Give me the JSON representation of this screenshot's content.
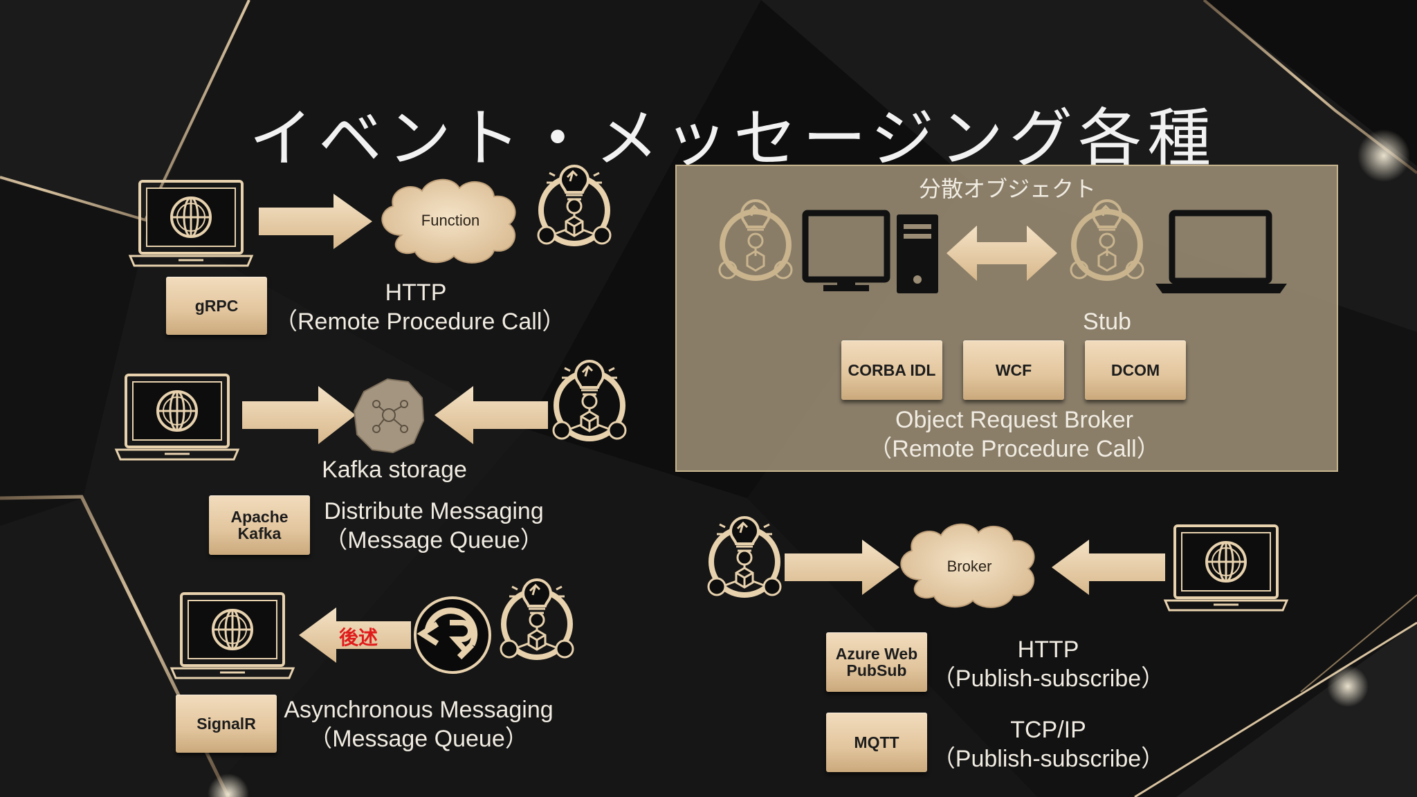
{
  "title": "イベント・メッセージング各種",
  "grpc_section": {
    "cloud_label": "Function",
    "button": "gRPC",
    "caption_line1": "HTTP",
    "caption_line2": "（Remote Procedure Call）"
  },
  "kafka_section": {
    "storage_label": "Kafka storage",
    "button": "Apache Kafka",
    "caption_line1": "Distribute Messaging",
    "caption_line2": "（Message Queue）"
  },
  "signalr_section": {
    "arrow_label": "後述",
    "button": "SignalR",
    "caption_line1": "Asynchronous Messaging",
    "caption_line2": "（Message Queue）"
  },
  "distributed_objects": {
    "panel_title": "分散オブジェクト",
    "stub_label": "Stub",
    "buttons": [
      "CORBA IDL",
      "WCF",
      "DCOM"
    ],
    "caption_line1": "Object Request Broker",
    "caption_line2": "（Remote Procedure Call）"
  },
  "broker_section": {
    "cloud_label": "Broker",
    "buttons": [
      "Azure Web PubSub",
      "MQTT"
    ],
    "caption1_line1": "HTTP",
    "caption1_line2": "（Publish-subscribe）",
    "caption2_line1": "TCP/IP",
    "caption2_line2": "（Publish-subscribe）"
  },
  "colors": {
    "accent_tan": "#e6cca6",
    "background": "#0d0d0d",
    "panel": "#9b8d75",
    "highlight_red": "#e01b1b",
    "text_light": "#f1ece2"
  }
}
